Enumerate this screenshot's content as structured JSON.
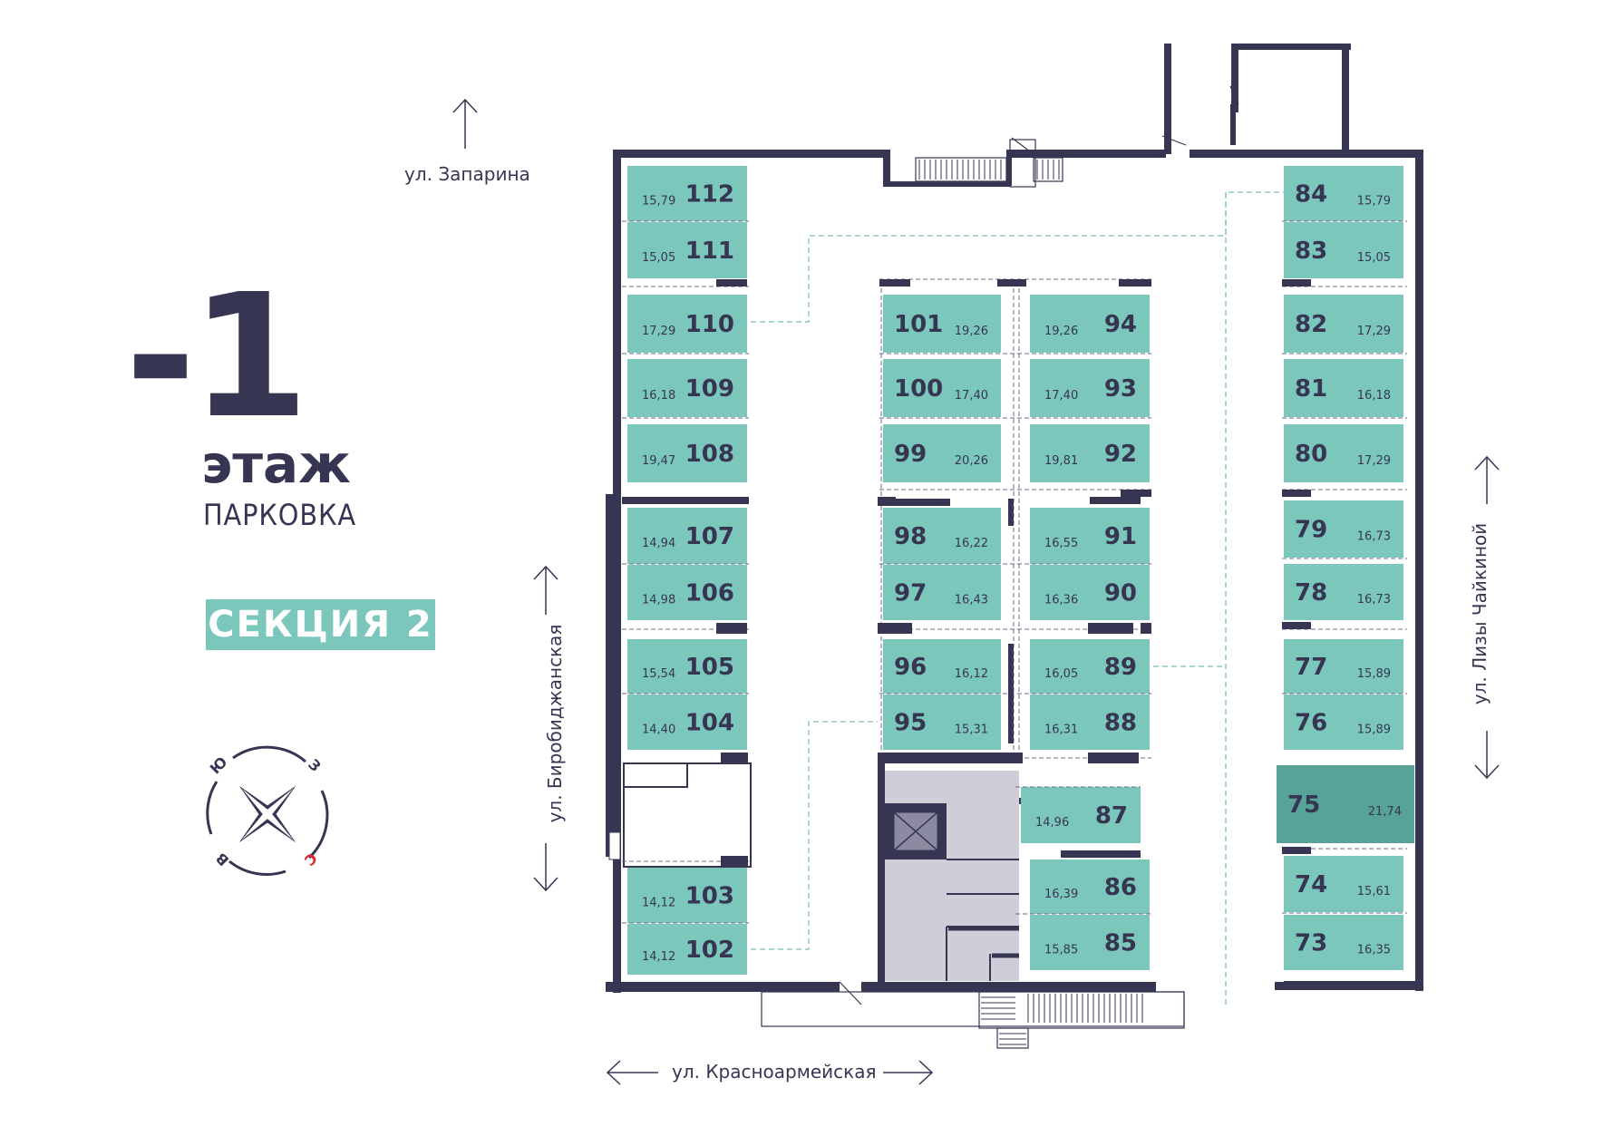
{
  "floor": {
    "number": "-1",
    "word": "этаж",
    "subtitle": "ПАРКОВКА"
  },
  "section": {
    "label": "СЕКЦИЯ 2"
  },
  "streets": {
    "top": "ул. Запарина",
    "left": "ул. Биробиджанская",
    "bottom": "ул. Красноармейская",
    "right": "ул. Лизы Чайкиной"
  },
  "compass": {
    "letters": [
      "Ю",
      "З",
      "С",
      "В"
    ]
  },
  "colors": {
    "space": "#7cc7bb",
    "space_selected": "#58a397",
    "wall": "#363653",
    "technical": "#cfcdd8",
    "compass_north": "#d8282f",
    "dashed_path": "#8ec9bf"
  },
  "parking_spaces": [
    {
      "number": "112",
      "area": "15,79"
    },
    {
      "number": "111",
      "area": "15,05"
    },
    {
      "number": "110",
      "area": "17,29"
    },
    {
      "number": "109",
      "area": "16,18"
    },
    {
      "number": "108",
      "area": "19,47"
    },
    {
      "number": "107",
      "area": "14,94"
    },
    {
      "number": "106",
      "area": "14,98"
    },
    {
      "number": "105",
      "area": "15,54"
    },
    {
      "number": "104",
      "area": "14,40"
    },
    {
      "number": "103",
      "area": "14,12"
    },
    {
      "number": "102",
      "area": "14,12"
    },
    {
      "number": "101",
      "area": "19,26"
    },
    {
      "number": "100",
      "area": "17,40"
    },
    {
      "number": "99",
      "area": "20,26"
    },
    {
      "number": "98",
      "area": "16,22"
    },
    {
      "number": "97",
      "area": "16,43"
    },
    {
      "number": "96",
      "area": "16,12"
    },
    {
      "number": "95",
      "area": "15,31"
    },
    {
      "number": "94",
      "area": "19,26"
    },
    {
      "number": "93",
      "area": "17,40"
    },
    {
      "number": "92",
      "area": "19,81"
    },
    {
      "number": "91",
      "area": "16,55"
    },
    {
      "number": "90",
      "area": "16,36"
    },
    {
      "number": "89",
      "area": "16,05"
    },
    {
      "number": "88",
      "area": "16,31"
    },
    {
      "number": "87",
      "area": "14,96"
    },
    {
      "number": "86",
      "area": "16,39"
    },
    {
      "number": "85",
      "area": "15,85"
    },
    {
      "number": "84",
      "area": "15,79"
    },
    {
      "number": "83",
      "area": "15,05"
    },
    {
      "number": "82",
      "area": "17,29"
    },
    {
      "number": "81",
      "area": "16,18"
    },
    {
      "number": "80",
      "area": "17,29"
    },
    {
      "number": "79",
      "area": "16,73"
    },
    {
      "number": "78",
      "area": "16,73"
    },
    {
      "number": "77",
      "area": "15,89"
    },
    {
      "number": "76",
      "area": "15,89"
    },
    {
      "number": "75",
      "area": "21,74",
      "selected": true
    },
    {
      "number": "74",
      "area": "15,61"
    },
    {
      "number": "73",
      "area": "16,35"
    }
  ]
}
